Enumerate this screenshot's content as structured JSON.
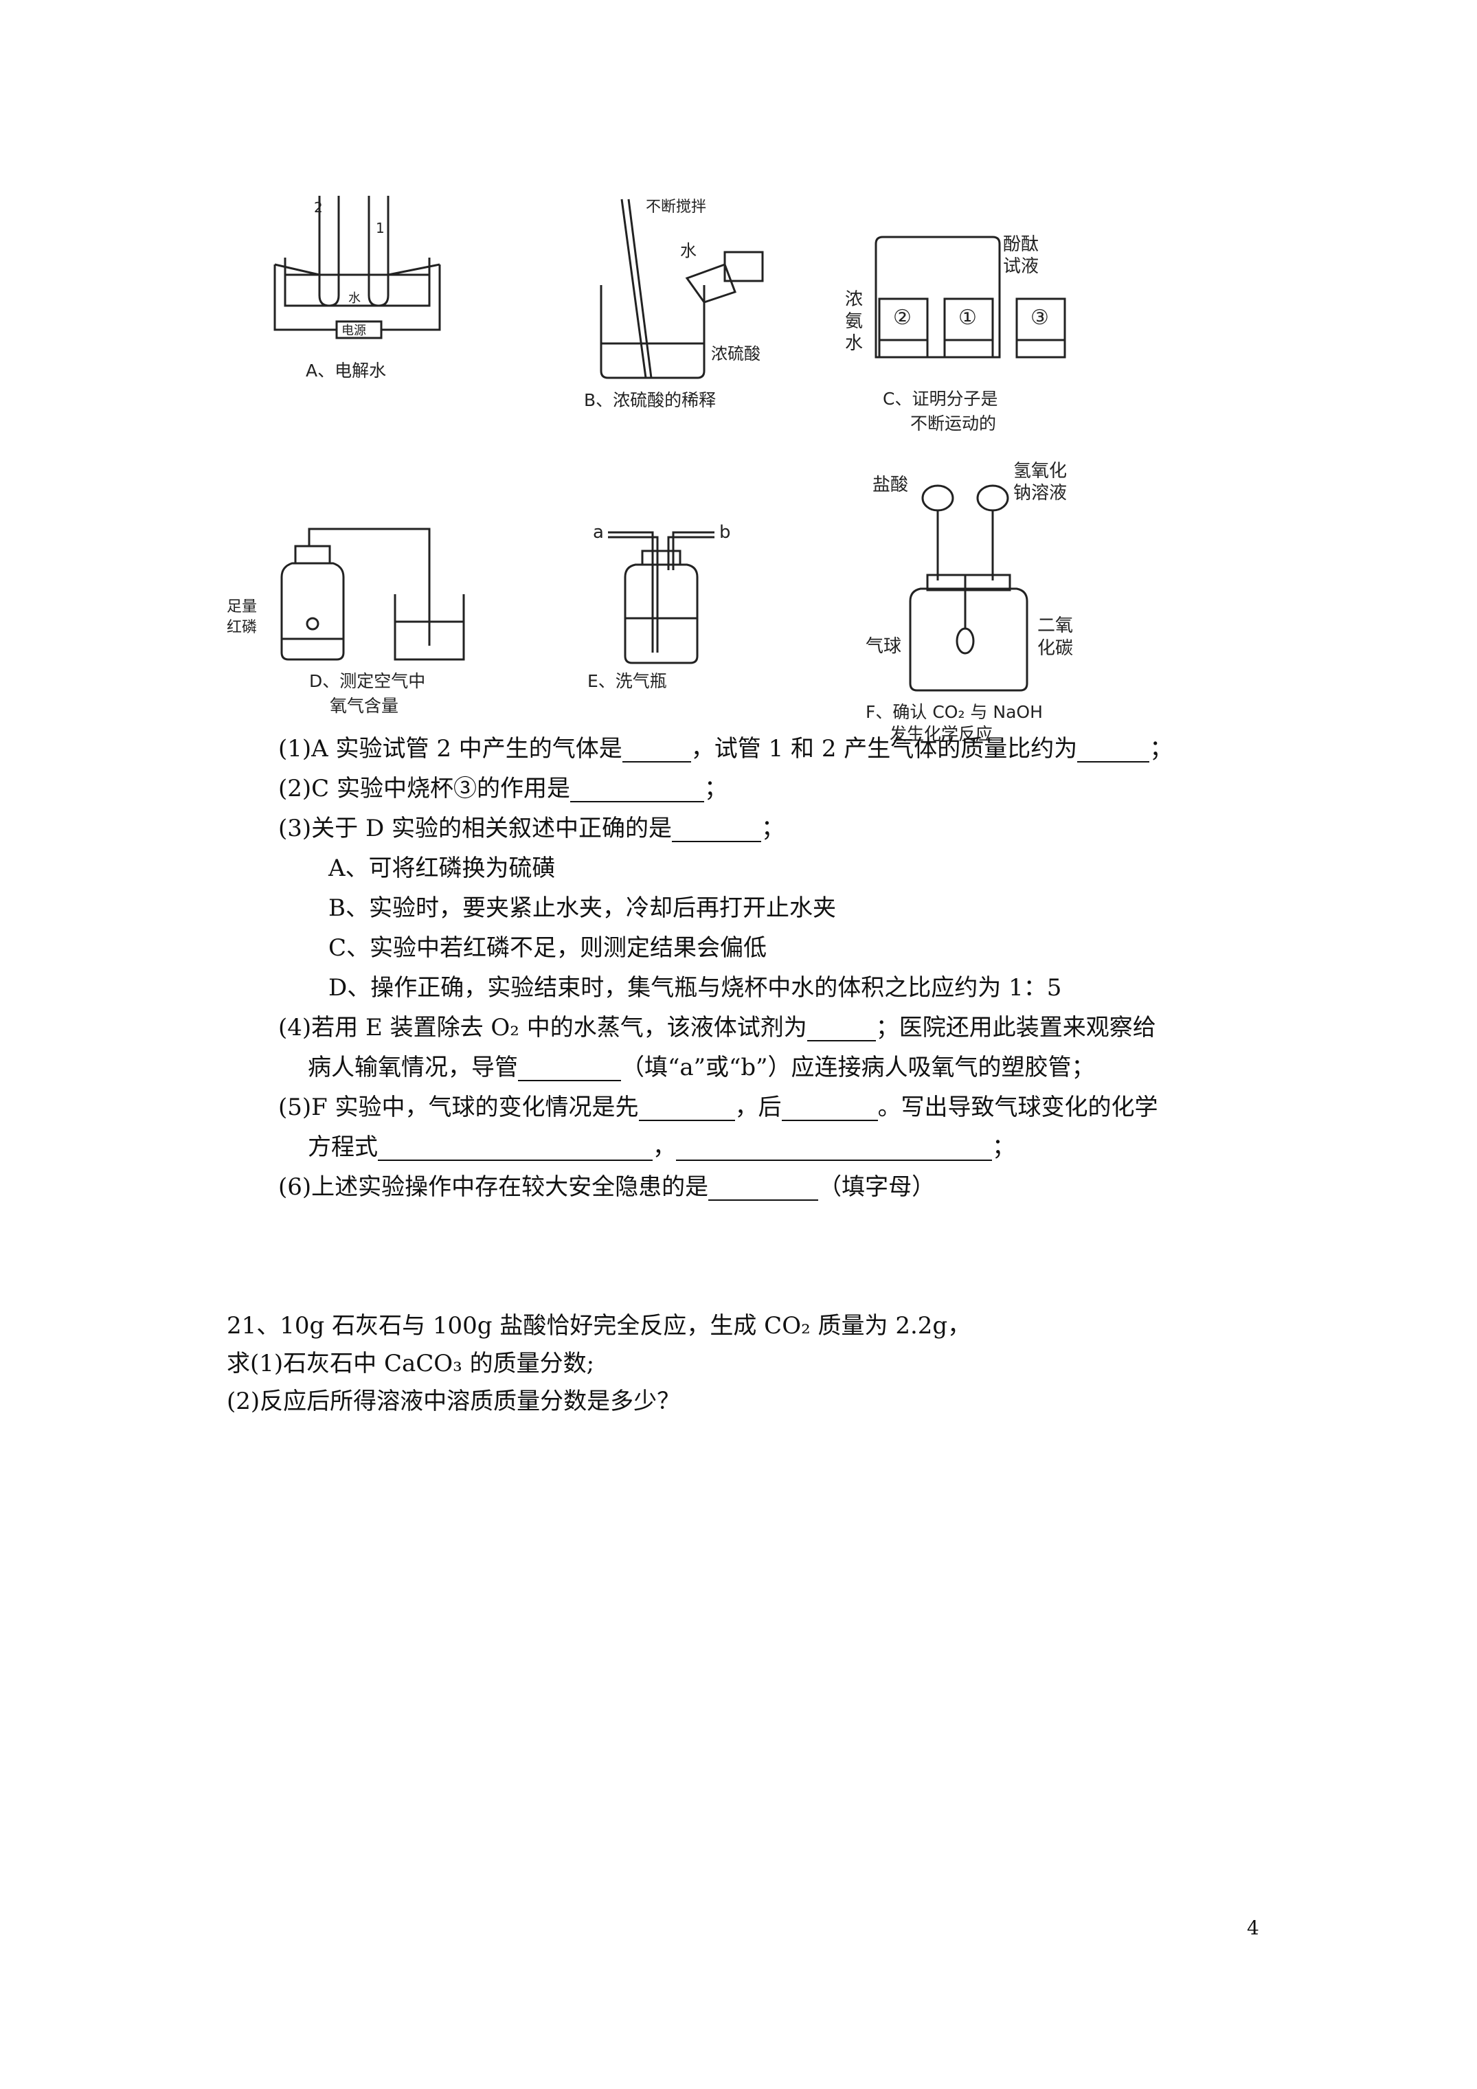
{
  "figures": {
    "A": {
      "caption": "A、电解水",
      "labels": [
        "2",
        "1",
        "水",
        "电源"
      ]
    },
    "B": {
      "caption": "B、浓硫酸的稀释",
      "labels": [
        "不断搅拌",
        "水",
        "浓硫酸"
      ]
    },
    "C": {
      "caption_1": "C、证明分子是",
      "caption_2": "不断运动的",
      "labels": [
        "酚酞",
        "试液",
        "浓",
        "氨",
        "水",
        "②",
        "①",
        "③"
      ]
    },
    "D": {
      "caption_1": "D、测定空气中",
      "caption_2": "氧气含量",
      "labels": [
        "足量",
        "红磷"
      ]
    },
    "E": {
      "caption": "E、洗气瓶",
      "labels": [
        "a",
        "b"
      ]
    },
    "F": {
      "caption_1": "F、确认 CO₂ 与 NaOH",
      "caption_2": "发生化学反应",
      "labels": [
        "盐酸",
        "氢氧化",
        "钠溶液",
        "气球",
        "二氧",
        "化碳"
      ]
    }
  },
  "q20": {
    "p1_a": "(1)A 实验试管 2 中产生的气体是",
    "p1_b": "，试管 1 和 2 产生气体的质量比约为",
    "p1_c": "；",
    "p2_a": "(2)C 实验中烧杯③的作用是",
    "p2_b": "；",
    "p3_a": "(3)关于 D 实验的相关叙述中正确的是",
    "p3_b": "；",
    "opt_a": "A、可将红磷换为硫磺",
    "opt_b": "B、实验时，要夹紧止水夹，冷却后再打开止水夹",
    "opt_c": "C、实验中若红磷不足，则测定结果会偏低",
    "opt_d": "D、操作正确，实验结束时，集气瓶与烧杯中水的体积之比应约为 1：5",
    "p4_a": "(4)若用 E 装置除去 O₂ 中的水蒸气，该液体试剂为",
    "p4_b": "；医院还用此装置来观察给",
    "p4_c": "病人输氧情况，导管",
    "p4_d": "（填“a”或“b”）应连接病人吸氧气的塑胶管；",
    "p5_a": "(5)F 实验中，气球的变化情况是先",
    "p5_b": "，后",
    "p5_c": "。写出导致气球变化的化学",
    "p5_d": "方程式",
    "p5_e": "，",
    "p5_f": "；",
    "p6_a": "(6)上述实验操作中存在较大安全隐患的是",
    "p6_b": "（填字母）"
  },
  "q21": {
    "l1": "21、10g 石灰石与 100g 盐酸恰好完全反应，生成 CO₂ 质量为 2.2g，",
    "l2": "求(1)石灰石中 CaCO₃ 的质量分数;",
    "l3": "(2)反应后所得溶液中溶质质量分数是多少？"
  },
  "page_number": "4"
}
